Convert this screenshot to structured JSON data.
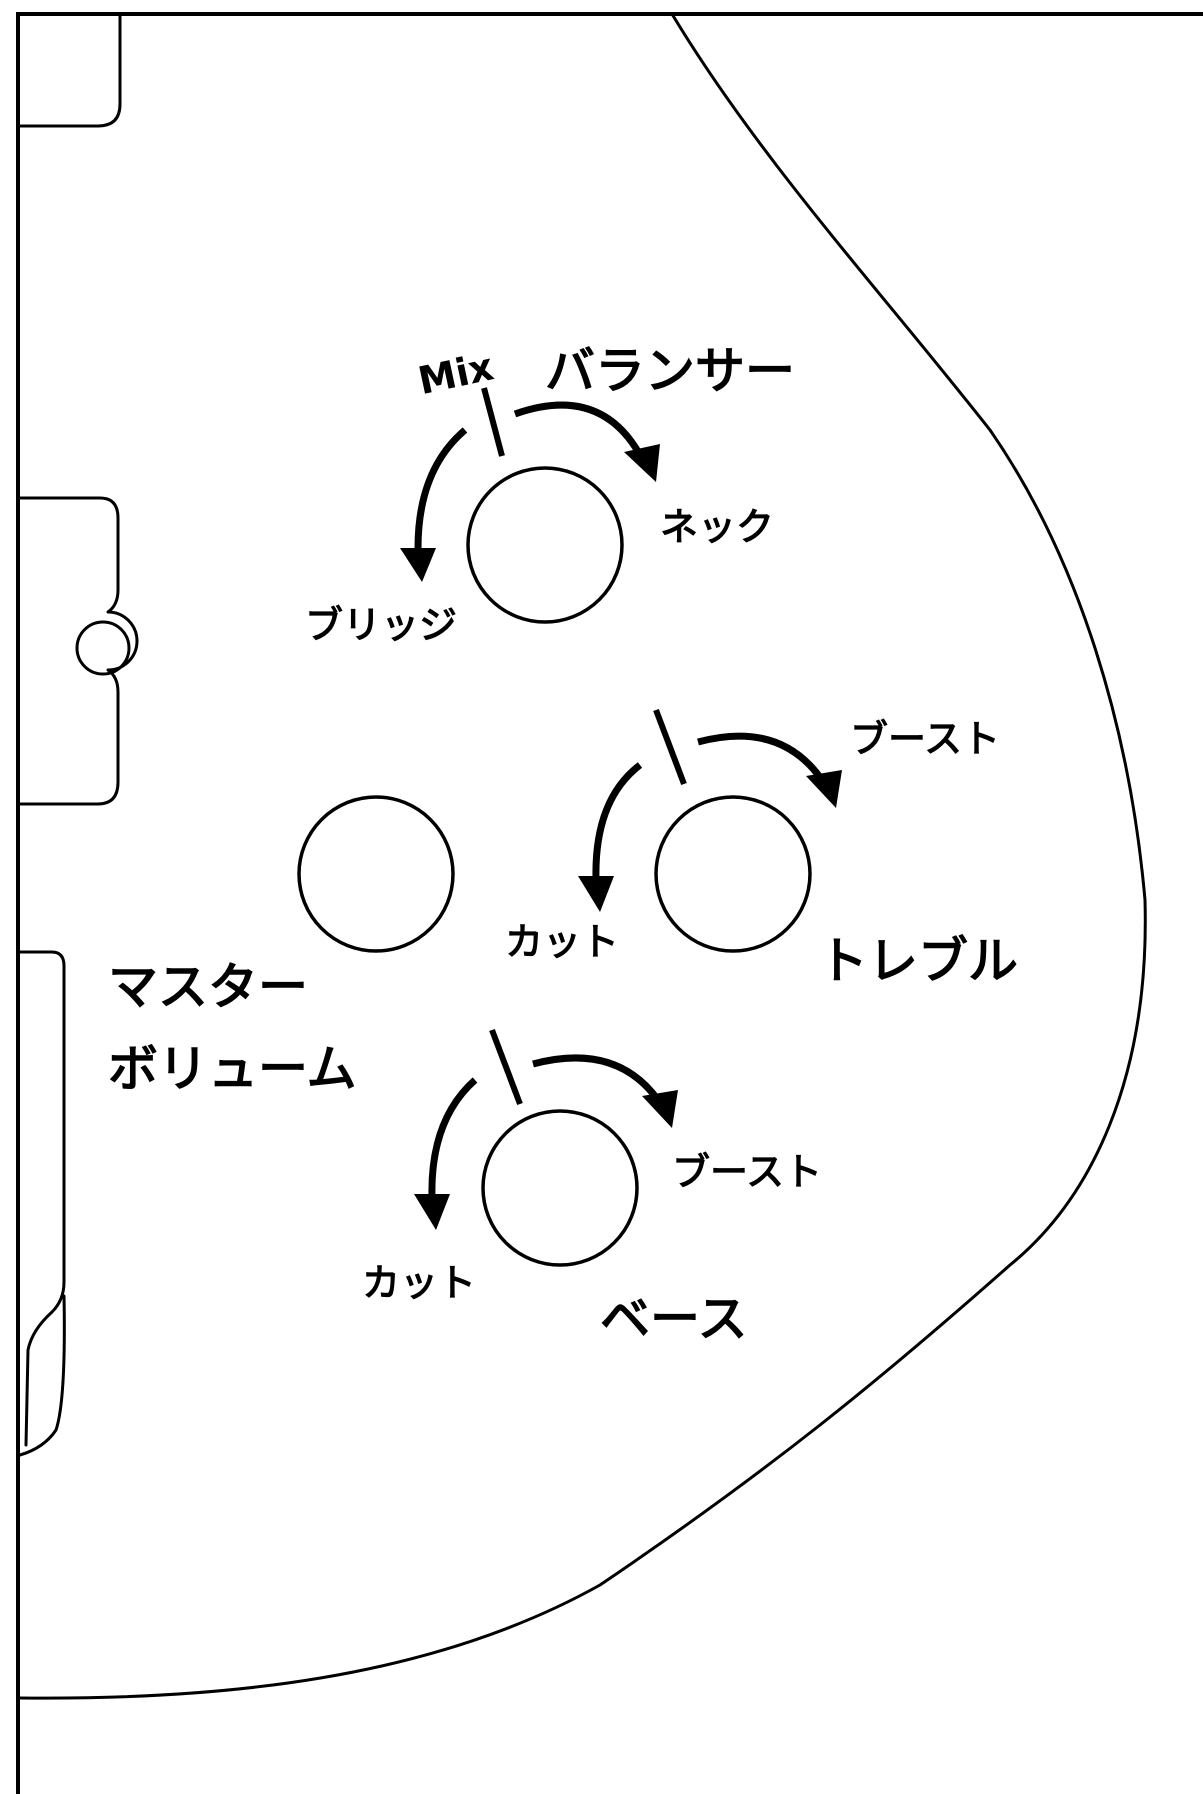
{
  "controls": {
    "balancer": {
      "title": "バランサー",
      "center_label": "Mix",
      "right_label": "ネック",
      "left_label": "ブリッジ"
    },
    "treble": {
      "title": "トレブル",
      "right_label": "ブースト",
      "left_label": "カット"
    },
    "master_volume": {
      "title_line1": "マスター",
      "title_line2": "ボリューム"
    },
    "bass": {
      "title": "ベース",
      "right_label": "ブースト",
      "left_label": "カット"
    }
  }
}
